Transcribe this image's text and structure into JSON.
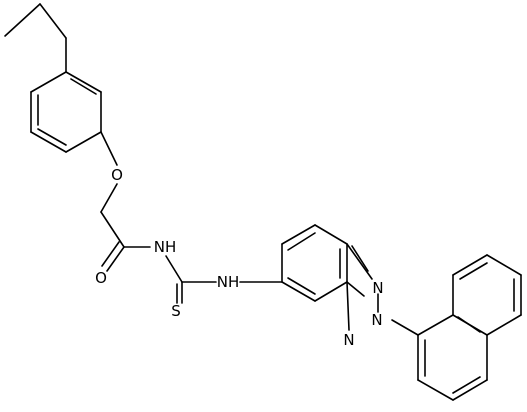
{
  "atom_labels": {
    "o_ether": "O",
    "o_carbonyl": "O",
    "nh_amide": "NH",
    "nh_aryl": "NH",
    "s_thio": "S",
    "n_triazole_top": "N",
    "n_triazole_mid": "N",
    "n_triazole_bot": "N"
  },
  "colors": {
    "bond": "#000000",
    "label": "#000000",
    "background": "#ffffff"
  }
}
